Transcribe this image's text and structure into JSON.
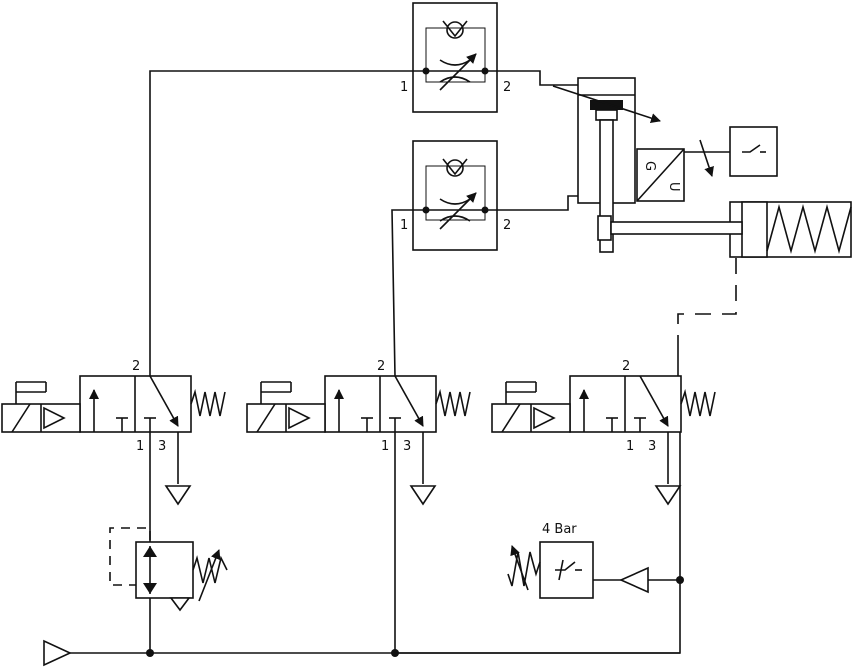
{
  "valves": [
    {
      "port_in": "1",
      "port_exhaust": "3",
      "port_out": "2"
    },
    {
      "port_in": "1",
      "port_exhaust": "3",
      "port_out": "2"
    },
    {
      "port_in": "1",
      "port_exhaust": "3",
      "port_out": "2"
    }
  ],
  "flow_controls": [
    {
      "port_left": "1",
      "port_right": "2"
    },
    {
      "port_left": "1",
      "port_right": "2"
    }
  ],
  "pressure_switch": {
    "setpoint_label": "4 Bar"
  },
  "transducer": {
    "label": "G U"
  }
}
